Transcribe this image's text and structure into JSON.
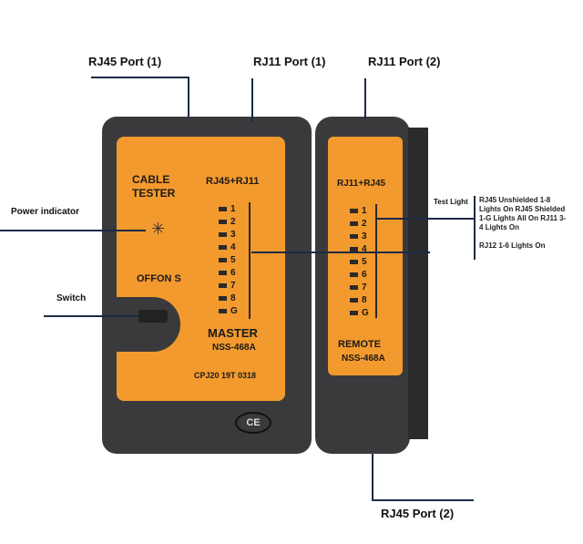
{
  "callouts": {
    "rj45_port_1": "RJ45 Port (1)",
    "rj11_port_1": "RJ11 Port (1)",
    "rj11_port_2": "RJ11 Port (2)",
    "power_indicator": "Power indicator",
    "switch": "Switch",
    "test_light": "Test Light",
    "rj45_port_2": "RJ45 Port (2)"
  },
  "notes": {
    "line1": "RJ45 Unshielded 1-8",
    "line2": "Lights On RJ45 Shielded",
    "line3": "1-G Lights All On RJ11 3-",
    "line4": "4 Lights On",
    "line5": "RJ12 1-6 Lights On"
  },
  "master": {
    "cable_tester_1": "CABLE",
    "cable_tester_2": "TESTER",
    "header": "RJ45+RJ11",
    "switch_label": "OFFON S",
    "name": "MASTER",
    "model": "NSS-468A",
    "serial": "CPJ20 19T 0318",
    "leds": [
      "1",
      "2",
      "3",
      "4",
      "5",
      "6",
      "7",
      "8",
      "G"
    ]
  },
  "remote": {
    "header": "RJ11+RJ45",
    "name": "REMOTE",
    "model": "NSS-468A",
    "leds": [
      "1",
      "2",
      "3",
      "4",
      "5",
      "6",
      "7",
      "8",
      "G"
    ]
  },
  "ce_mark": "CE",
  "colors": {
    "body": "#3a3a3c",
    "panel": "#f39a2e",
    "line": "#1c2a44"
  }
}
